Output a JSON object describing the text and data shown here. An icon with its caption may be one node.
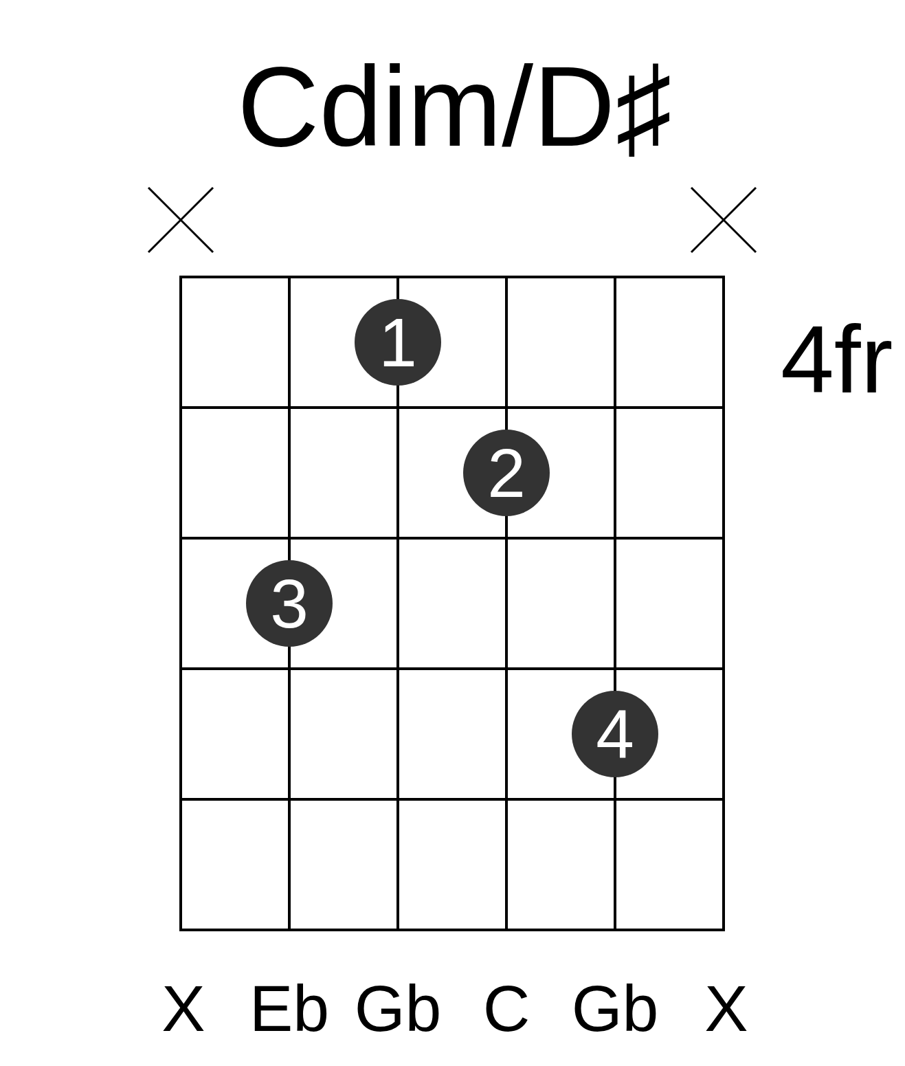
{
  "diagram": {
    "title": "Cdim/D♯",
    "nodes": [
      {
        "text": [
          "1"
        ]
      },
      {
        "text": [
          "2"
        ]
      },
      {
        "text": [
          "3"
        ]
      },
      {
        "text": [
          "4"
        ]
      }
    ],
    "labels": [
      "4fr",
      "X",
      "Eb",
      "Gb",
      "C",
      "Gb",
      "X"
    ]
  }
}
